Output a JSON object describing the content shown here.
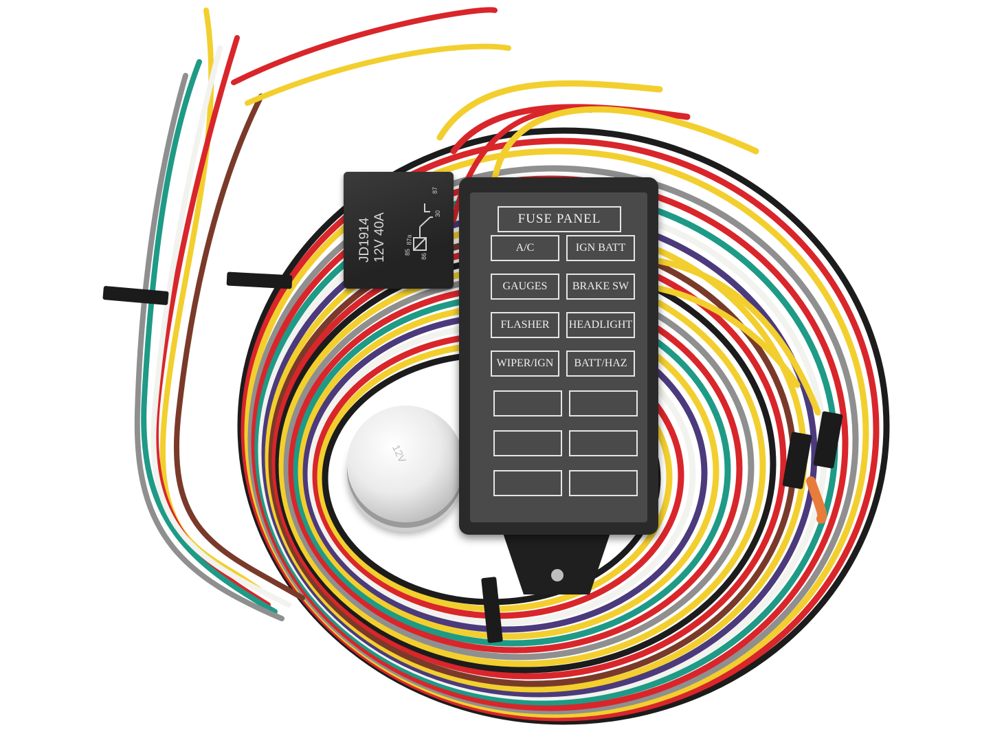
{
  "image": {
    "subject": "Automotive wiring harness with fuse panel",
    "background_color": "#ffffff"
  },
  "relay": {
    "model": "JD1914",
    "rating": "12V  40A",
    "pins": [
      "87",
      "30",
      "85",
      "87a",
      "86"
    ]
  },
  "fuse_panel": {
    "title": "FUSE PANEL",
    "slots": [
      {
        "label": "A/C"
      },
      {
        "label": "IGN BATT"
      },
      {
        "label": "GAUGES"
      },
      {
        "label": "BRAKE SW"
      },
      {
        "label": "FLASHER"
      },
      {
        "label": "HEADLIGHT"
      },
      {
        "label": "WIPER/IGN"
      },
      {
        "label": "BATT/HAZ"
      },
      {
        "label": ""
      },
      {
        "label": ""
      },
      {
        "label": ""
      },
      {
        "label": ""
      },
      {
        "label": ""
      },
      {
        "label": ""
      }
    ]
  },
  "flasher_can": {
    "label": "12V"
  },
  "wire_colors": {
    "red": "#d8262b",
    "yellow": "#f2cf2e",
    "white": "#f2f2ee",
    "black": "#1c1c1c",
    "gray": "#8f8f8f",
    "green": "#1e9a86",
    "purple": "#4b3a7c",
    "brown": "#7a3a2a",
    "orange": "#e87c3a"
  }
}
